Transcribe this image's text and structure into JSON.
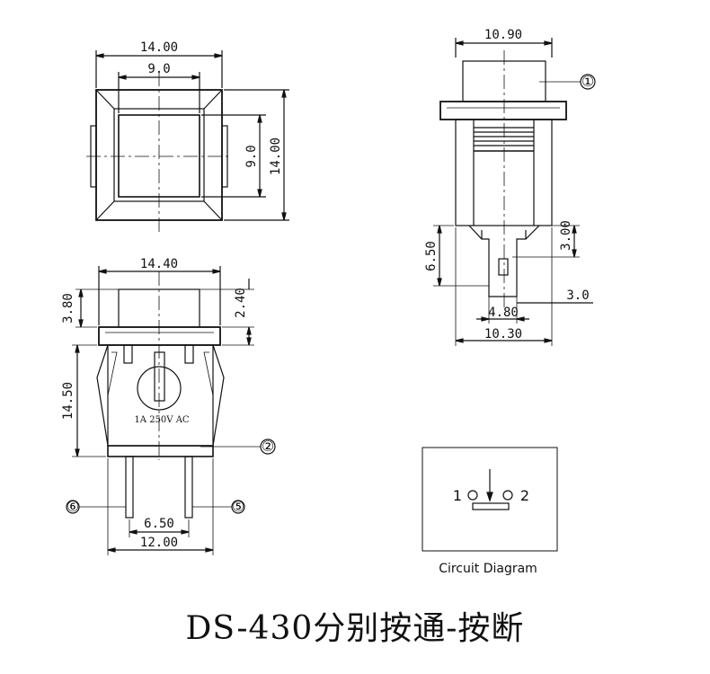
{
  "title": "DS-430分别按通-按断",
  "top_view": {
    "width_outer": "14.00",
    "width_inner": "9.0",
    "height_inner": "9.0",
    "height_outer": "14.00"
  },
  "side_view": {
    "width_cap": "10.90",
    "callout_cap": "①",
    "dim_pin": "3.00",
    "dim_terminal": "6.50",
    "dim_pin_width": "3.0",
    "dim_pin_spacing": "4.80",
    "dim_base": "10.30"
  },
  "front_view": {
    "width_top": "14.40",
    "dim_left_top": "3.80",
    "dim_right_top": "2.40",
    "dim_body": "14.50",
    "rating": "1A 250V AC",
    "callout_body": "②",
    "terminal_left": "⑥",
    "terminal_right": "⑤",
    "terminal_spacing": "6.50",
    "width_bottom": "12.00"
  },
  "circuit_diagram": {
    "label": "Circuit Diagram",
    "pin1": "1",
    "pin2": "2"
  }
}
